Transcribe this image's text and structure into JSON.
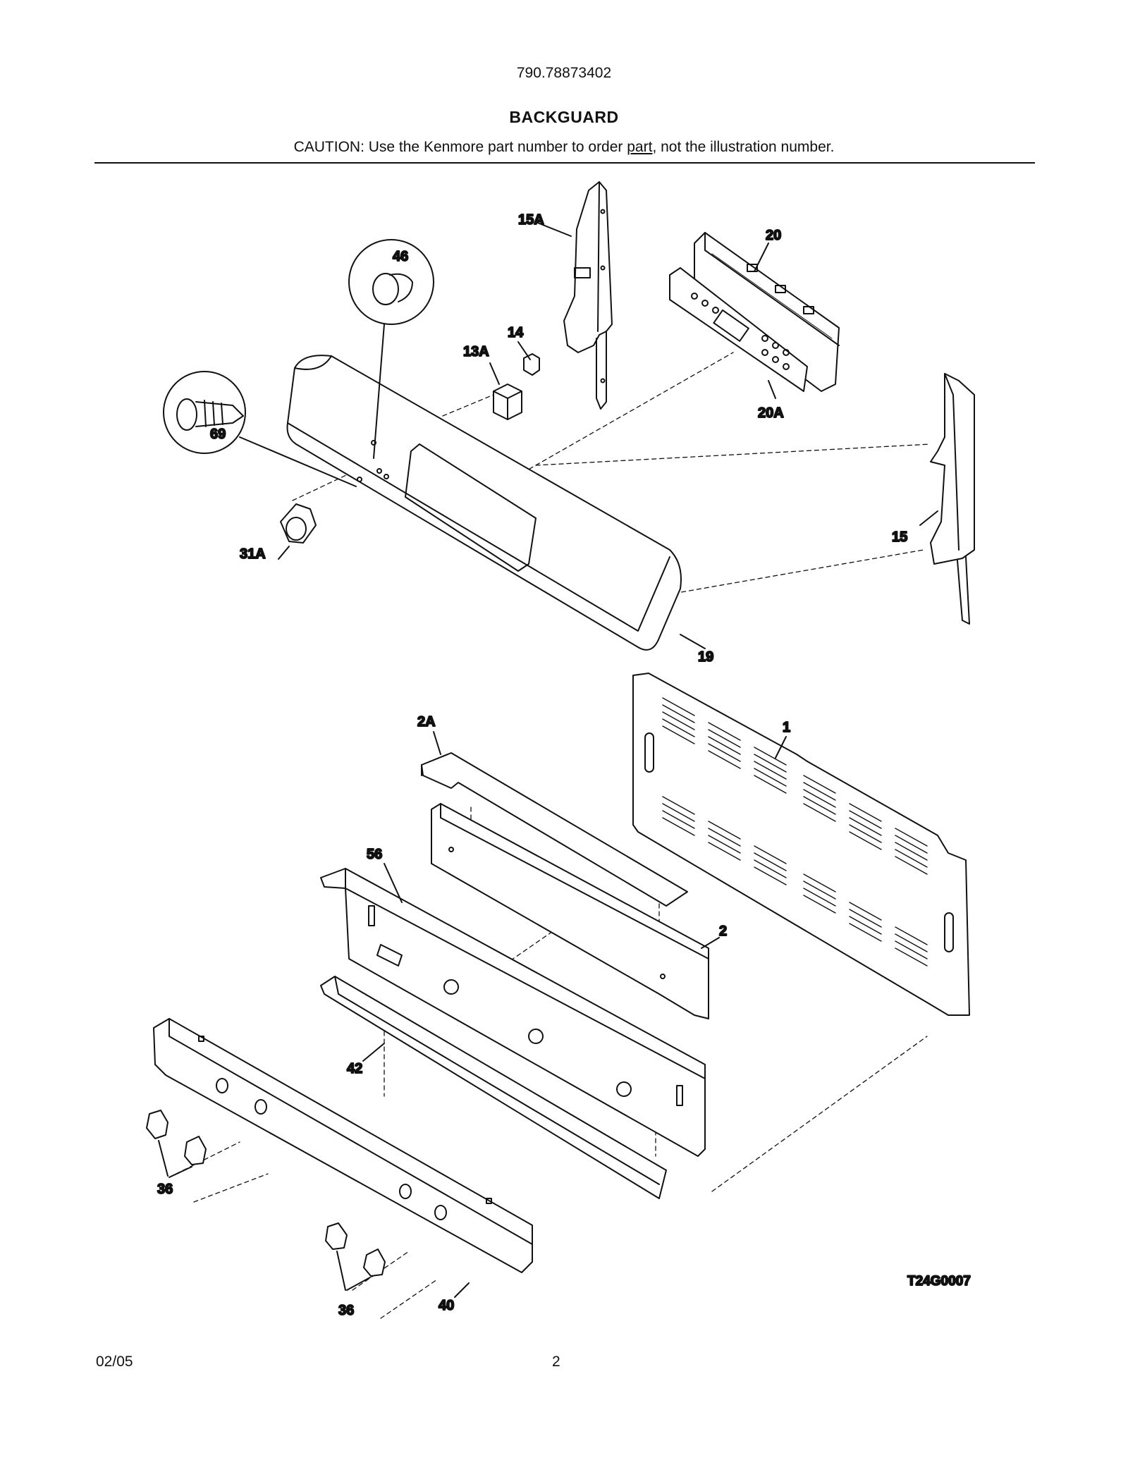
{
  "header": {
    "model_number": "790.78873402",
    "section_title": "BACKGUARD",
    "caution_prefix": "CAUTION: Use the Kenmore part number to order ",
    "caution_link": "part",
    "caution_suffix": ", not the illustration number."
  },
  "diagram": {
    "drawing_code": "T24G0007",
    "callouts": [
      {
        "id": "1"
      },
      {
        "id": "2"
      },
      {
        "id": "2A"
      },
      {
        "id": "13A"
      },
      {
        "id": "14"
      },
      {
        "id": "15"
      },
      {
        "id": "15A"
      },
      {
        "id": "19"
      },
      {
        "id": "20"
      },
      {
        "id": "20A"
      },
      {
        "id": "31A"
      },
      {
        "id": "36"
      },
      {
        "id": "40"
      },
      {
        "id": "42"
      },
      {
        "id": "46"
      },
      {
        "id": "56"
      },
      {
        "id": "69"
      }
    ]
  },
  "footer": {
    "date": "02/05",
    "page_number": "2"
  }
}
